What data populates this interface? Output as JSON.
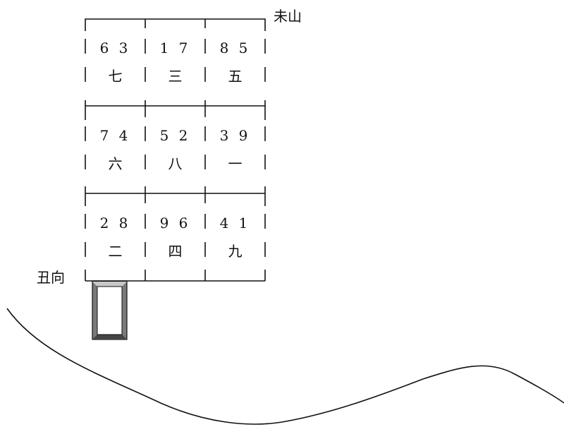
{
  "labels": {
    "mountain": "未山",
    "facing": "丑向"
  },
  "palaces": [
    {
      "numbers": "6 3",
      "star": "七"
    },
    {
      "numbers": "1 7",
      "star": "三"
    },
    {
      "numbers": "8 5",
      "star": "五"
    },
    {
      "numbers": "7 4",
      "star": "六"
    },
    {
      "numbers": "5 2",
      "star": "八"
    },
    {
      "numbers": "3 9",
      "star": "一"
    },
    {
      "numbers": "2 8",
      "star": "二"
    },
    {
      "numbers": "9 6",
      "star": "四"
    },
    {
      "numbers": "4 1",
      "star": "九"
    }
  ],
  "colors": {
    "line": "#111111",
    "door_fill": "#7a7a7a",
    "door_inner": "#ffffff"
  }
}
